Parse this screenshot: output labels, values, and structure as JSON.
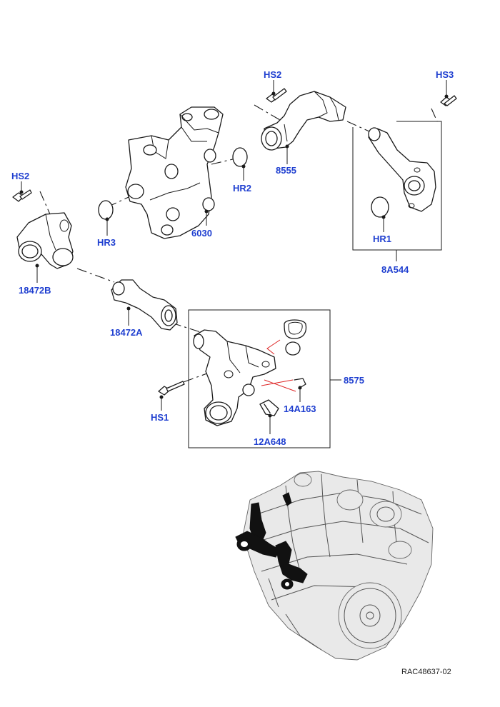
{
  "callouts": {
    "hs2_top": "HS2",
    "hs3": "HS3",
    "hs2_left": "HS2",
    "p8555": "8555",
    "hr2": "HR2",
    "p6030": "6030",
    "hr3": "HR3",
    "p18472b": "18472B",
    "hr1": "HR1",
    "p8a544": "8A544",
    "p18472a": "18472A",
    "p8575": "8575",
    "p14a163": "14A163",
    "hs1": "HS1",
    "p12a648": "12A648"
  },
  "reference_code": "RAC48637-02",
  "colors": {
    "callout": "#1f3fd0",
    "accent_line": "#dd2222"
  }
}
